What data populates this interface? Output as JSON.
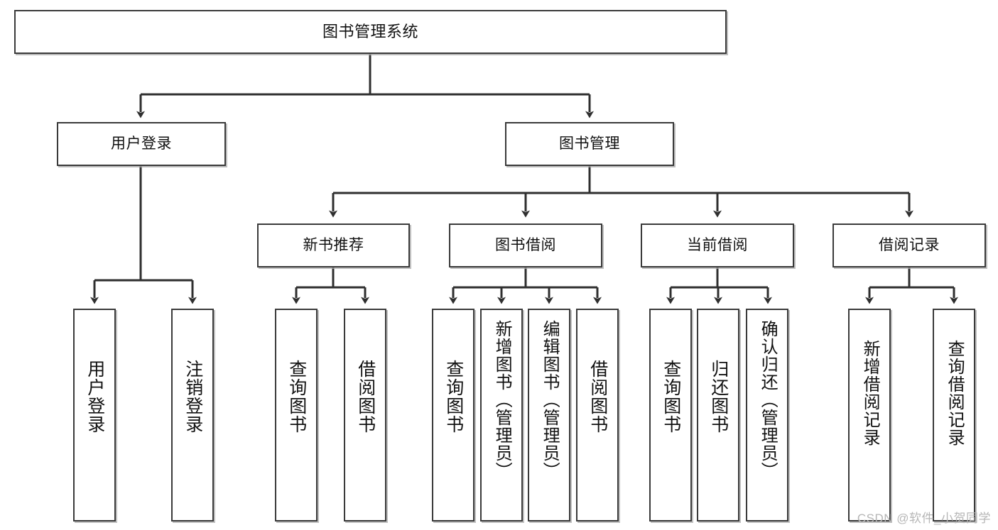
{
  "diagram": {
    "title": "图书管理系统",
    "type": "functional-structure-tree",
    "watermark": "CSDN @软件_小贺同学",
    "colors": {
      "box_border": "#3a3a3a",
      "box_fill": "#ffffff",
      "connector": "#2f2f2f",
      "shadow": "#aaaaaa",
      "watermark_text": "#b6b6b6",
      "background": "#ffffff"
    },
    "nodes": {
      "root": {
        "label": "图书管理系统"
      },
      "level1": [
        {
          "id": "user-login",
          "label": "用户登录"
        },
        {
          "id": "book-manage",
          "label": "图书管理"
        }
      ],
      "level2": [
        {
          "id": "new-book-recommend",
          "label": "新书推荐"
        },
        {
          "id": "book-borrow",
          "label": "图书借阅"
        },
        {
          "id": "current-borrow",
          "label": "当前借阅"
        },
        {
          "id": "borrow-record",
          "label": "借阅记录"
        }
      ],
      "leaves": {
        "user_login": [
          {
            "id": "leaf-user-login",
            "label": "用户登录"
          },
          {
            "id": "leaf-logout-login",
            "label": "注销登录"
          }
        ],
        "new_book_recommend": [
          {
            "id": "leaf-query-book-1",
            "label": "查询图书"
          },
          {
            "id": "leaf-borrow-book-1",
            "label": "借阅图书"
          }
        ],
        "book_borrow": [
          {
            "id": "leaf-query-book-2",
            "label": "查询图书"
          },
          {
            "id": "leaf-add-book",
            "label": "新增图书（管理员）"
          },
          {
            "id": "leaf-edit-book",
            "label": "编辑图书（管理员）"
          },
          {
            "id": "leaf-borrow-book-2",
            "label": "借阅图书"
          }
        ],
        "current_borrow": [
          {
            "id": "leaf-query-book-3",
            "label": "查询图书"
          },
          {
            "id": "leaf-return-book",
            "label": "归还图书"
          },
          {
            "id": "leaf-confirm-return",
            "label": "确认归还（管理员）"
          }
        ],
        "borrow_record": [
          {
            "id": "leaf-add-borrow-record",
            "label": "新增借阅记录"
          },
          {
            "id": "leaf-query-borrow-record",
            "label": "查询借阅记录"
          }
        ]
      }
    }
  }
}
